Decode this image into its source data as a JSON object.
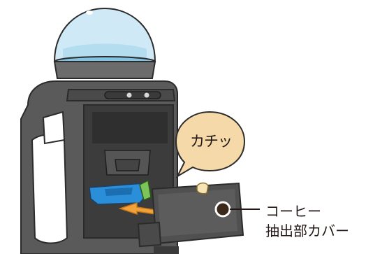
{
  "bubble": {
    "text": "カチッ"
  },
  "callout": {
    "line1": "コーヒー",
    "line2": "抽出部カバー"
  },
  "colors": {
    "body_dark": "#5a5a5a",
    "body_outline": "#2b2b2b",
    "dome": "#bfe2f2",
    "bubble_fill": "#f5d9a8",
    "clip_blue": "#2a8fd8",
    "arrow_orange": "#f2a23a",
    "lever_green": "#7cc45a"
  }
}
